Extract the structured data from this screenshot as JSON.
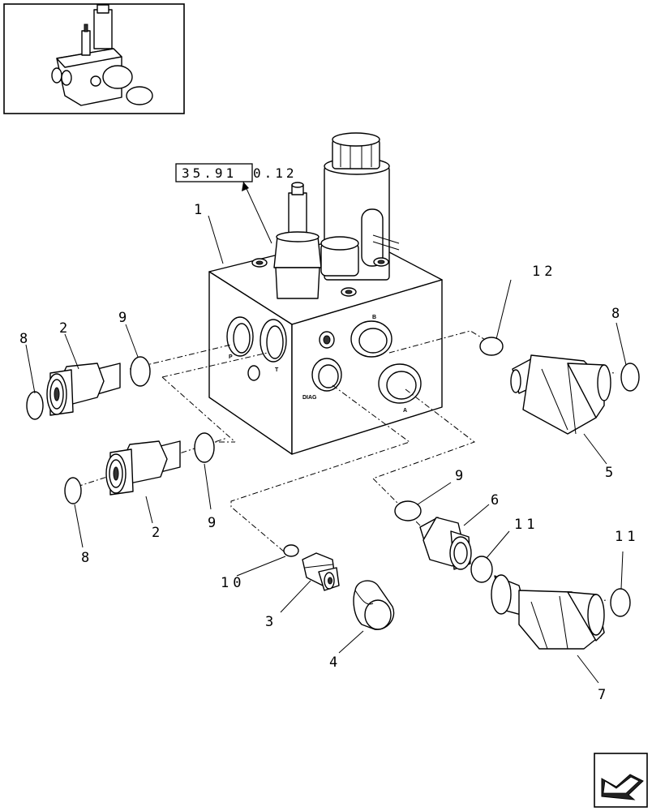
{
  "reference": {
    "prefix": "35.91",
    "suffix": "0.12"
  },
  "callouts": {
    "c1": "1",
    "c2a": "2",
    "c2b": "2",
    "c3": "3",
    "c4": "4",
    "c5": "5",
    "c6": "6",
    "c7": "7",
    "c8a": "8",
    "c8b": "8",
    "c8c": "8",
    "c9a": "9",
    "c9b": "9",
    "c9c": "9",
    "c10": "10",
    "c11a": "11",
    "c11b": "11",
    "c12": "12"
  },
  "ports": {
    "p": "P",
    "t": "T",
    "a": "A",
    "b": "B",
    "diag": "DIAG"
  },
  "icons": {
    "thumbnail": "assembly-thumbnail",
    "navigation": "arrow-icon"
  }
}
